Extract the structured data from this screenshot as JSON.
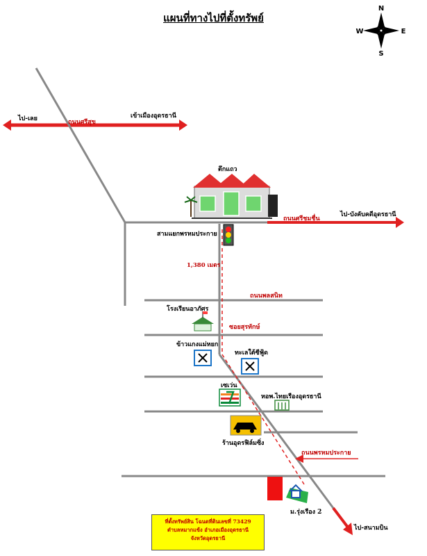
{
  "title": "แผนที่ทางไปที่ตั้งทรัพย์",
  "compass": {
    "n": "N",
    "e": "E",
    "s": "S",
    "w": "W"
  },
  "roads": {
    "sri_suk": "ถนนศรีสุข",
    "sri_chomchuen": "ถนนศรีชมชื่น",
    "phonphisit": "ถนนพลสนิท",
    "soi_surathak": "ซอยสุรทักษ์",
    "phromprakai": "ถนนพรหมประกาย"
  },
  "directions": {
    "to_loei": "ไป-เลย",
    "to_city": "เข้าเมืองอุดรธานี",
    "to_command": "ไป-บังคับคดีอุดรธานี",
    "to_airport": "ไป-สนามบิน"
  },
  "places": {
    "tuk_aew": "ตึกแถว",
    "intersection": "สามแยกพรหมประกาย",
    "distance": "1,380 เมตร",
    "school": "โรงเรียนอาภัศร",
    "restaurant": "ข้าวแกงแม่หยก",
    "seafood": "ทะเลใต้ซีฟู้ด",
    "seven": "เซเว่น",
    "dorm": "หอพ.ไทยเรืองอุดรธานี",
    "car_shop": "ร้านอุดรฟิล์มซิ่ง",
    "village": "ม.รุ่งเรือง 2"
  },
  "info_box": {
    "line1": "ที่ตั้งทรัพย์สิน โฉนดที่ดินเลขที่ 73429",
    "line2": "ตำบลหมากแข้ง อำเภอเมืองอุดรธานี",
    "line3": "จังหวัดอุดรธานี"
  },
  "colors": {
    "road": "#888888",
    "label_red": "#c00000",
    "arrow_red": "#e02020",
    "highlight": "#ffff00",
    "property": "#ee1111"
  }
}
